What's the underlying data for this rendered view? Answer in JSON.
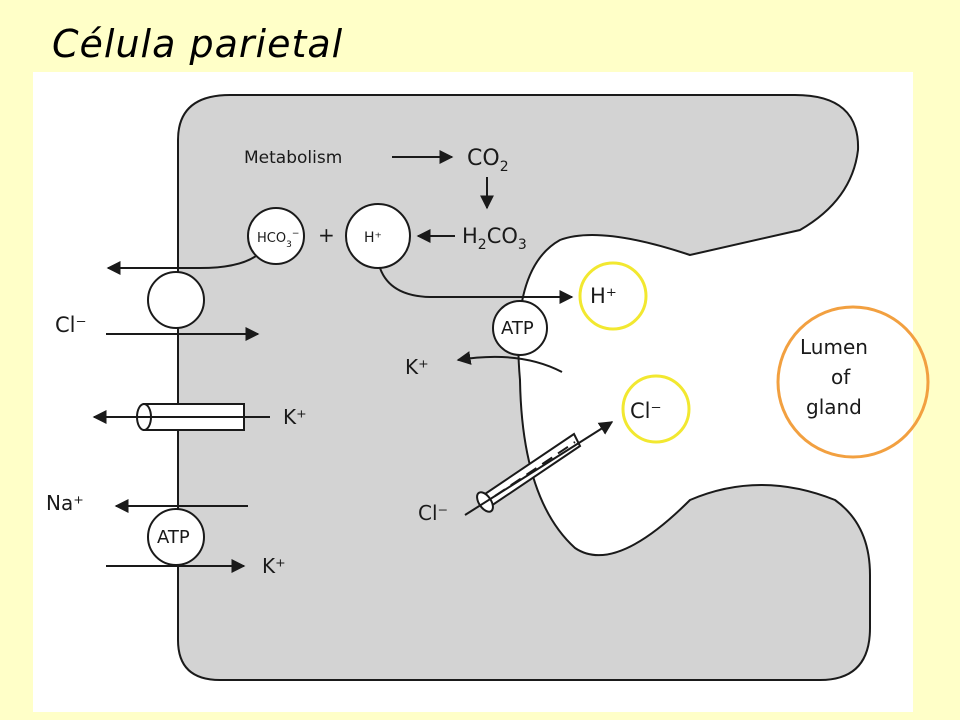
{
  "title": "Célula parietal",
  "diagram": {
    "metabolism": "Metabolism",
    "co2": "CO",
    "co2_sub": "2",
    "h2co3_h": "H",
    "h2co3_sub": "2",
    "h2co3_rest": "CO",
    "h2co3_sub2": "3",
    "hco3": "HCO",
    "hco3_sub": "3",
    "hco3_sup": "−",
    "plus": "+",
    "h_inner": "H⁺",
    "h_lumen": "H⁺",
    "atp_apical": "ATP",
    "atp_basal": "ATP",
    "k_apical": "K⁺",
    "cl_lumen": "Cl⁻",
    "cl_apical": "Cl⁻",
    "cl_basal": "Cl⁻",
    "k_channel": "K⁺",
    "na_basal": "Na⁺",
    "k_basal": "K⁺",
    "lumen_line1": "Lumen",
    "lumen_line2": "of",
    "lumen_line3": "gland"
  },
  "colors": {
    "background": "#ffffc8",
    "cell_fill": "#d3d3d3",
    "highlight_yellow": "#f2e830",
    "highlight_orange": "#f2a040"
  }
}
